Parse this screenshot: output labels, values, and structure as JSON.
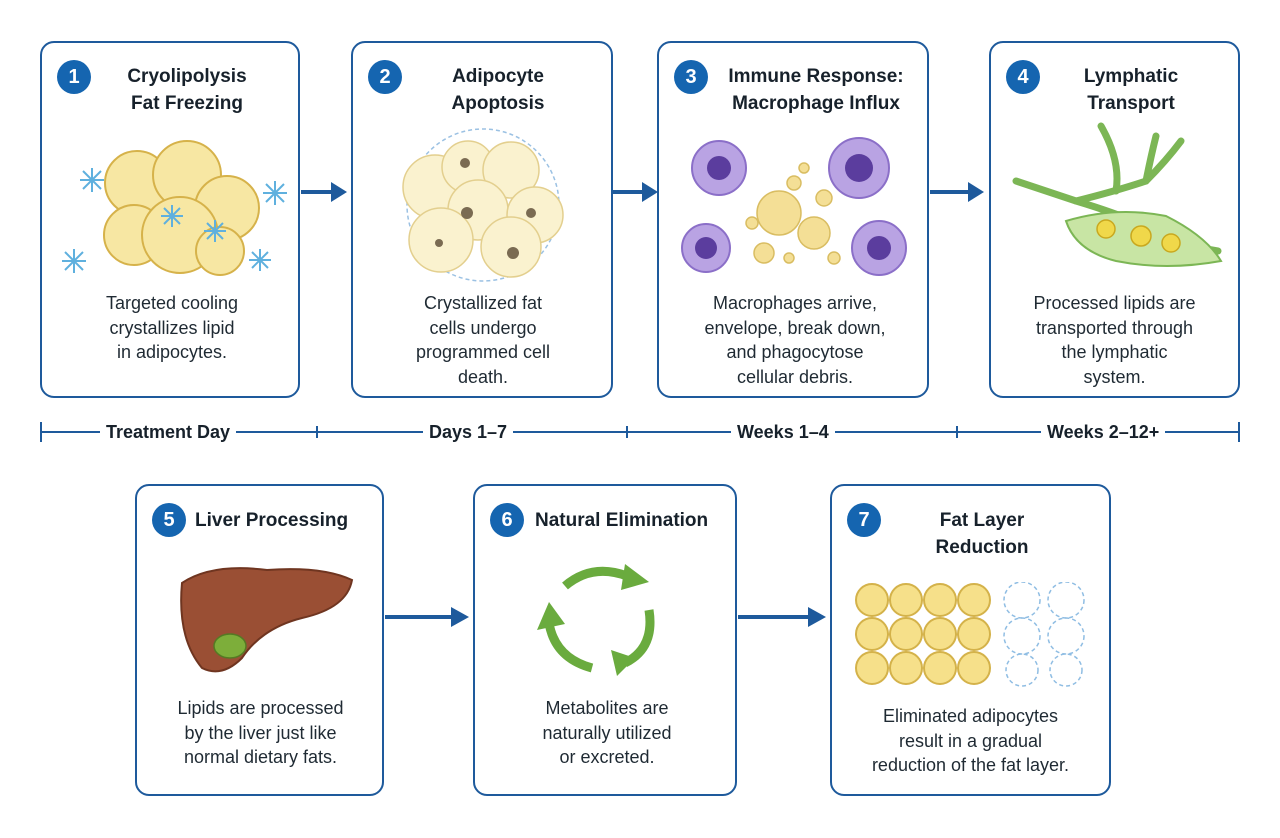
{
  "steps": [
    {
      "num": "1",
      "title": "Cryolipolysis\nFat Freezing",
      "desc": "Targeted cooling\ncrystallizes lipid\nin adipocytes."
    },
    {
      "num": "2",
      "title": "Adipocyte\nApoptosis",
      "desc": "Crystallized fat\ncells undergo\nprogrammed cell\ndeath."
    },
    {
      "num": "3",
      "title": "Immune Response:\nMacrophage Influx",
      "desc": "Macrophages arrive,\nenvelope, break down,\nand phagocytose\ncellular debris."
    },
    {
      "num": "4",
      "title": "Lymphatic\nTransport",
      "desc": "Processed lipids are\ntransported through\nthe lymphatic\nsystem."
    },
    {
      "num": "5",
      "title": "Liver Processing",
      "desc": "Lipids are processed\nby the liver just like\nnormal dietary fats."
    },
    {
      "num": "6",
      "title": "Natural Elimination",
      "desc": "Metabolites are\nnaturally utilized\nor excreted."
    },
    {
      "num": "7",
      "title": "Fat Layer\nReduction",
      "desc": "Eliminated adipocytes\nresult in a gradual\nreduction of the fat layer."
    }
  ],
  "timeline": [
    "Treatment Day",
    "Days 1–7",
    "Weeks 1–4",
    "Weeks 2–12+"
  ],
  "colors": {
    "accent": "#1565b0",
    "border": "#1e5a9c",
    "fat": "#f6e7a4",
    "macrophage": "#9b7fd0",
    "lymph": "#8cc265",
    "liver": "#9a4f34",
    "recycle": "#6aab3e"
  }
}
